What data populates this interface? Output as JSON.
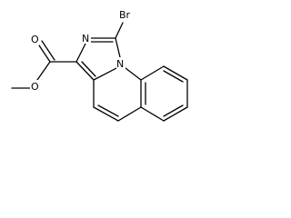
{
  "structure": {
    "atoms": {
      "bromine": "Br",
      "imidazole_nitrogen": "N",
      "bridgehead_nitrogen": "N",
      "carbonyl_oxygen": "O",
      "ester_oxygen": "O"
    }
  },
  "colors": {
    "background": "#ffffff",
    "bond": "#000000",
    "text": "#000000"
  }
}
